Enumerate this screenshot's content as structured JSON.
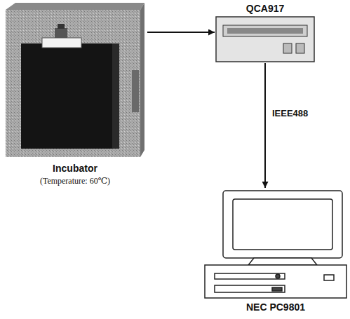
{
  "diagram": {
    "nodes": [
      {
        "text": [
          "Incubator",
          "(Temperature: 60℃)"
        ]
      },
      {
        "text": [
          "QCA917"
        ]
      },
      {
        "text": [
          "NEC PC9801"
        ]
      }
    ],
    "edges": [
      {
        "from": 0,
        "to": 1,
        "arrow": "to"
      },
      {
        "from": 1,
        "to": 2,
        "label": "IEEE488",
        "arrow": "to"
      }
    ]
  }
}
